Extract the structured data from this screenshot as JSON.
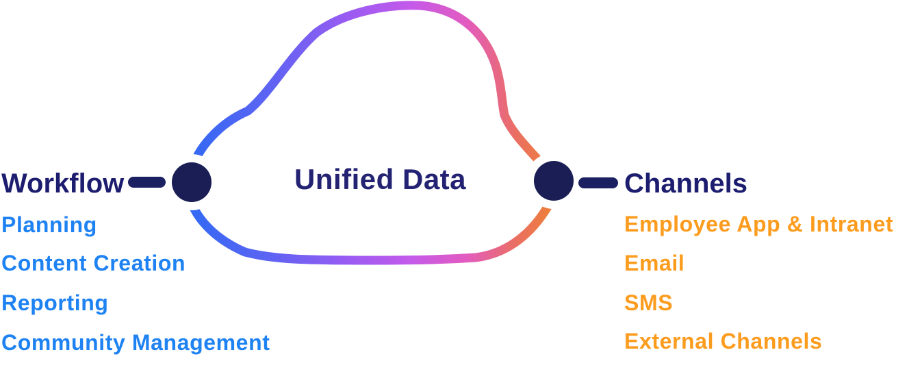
{
  "title": "Unified Data",
  "workflow": {
    "header": "Workflow",
    "items": [
      "Planning",
      "Content Creation",
      "Reporting",
      "Community Management"
    ]
  },
  "channels": {
    "header": "Channels",
    "items": [
      "Employee App & Intranet",
      "Email",
      "SMS",
      "External Channels"
    ]
  },
  "colors": {
    "node_navy": "#1a1e55",
    "connector_navy": "#1b2060",
    "header_navy": "#1d1d70",
    "title_indigo": "#232273",
    "workflow_item_blue": "#1e82f2",
    "channel_item_orange": "#fc9c1e",
    "ring_white": "#ffffff",
    "cloud_gradient": {
      "blue": "#2f6af3",
      "indigo": "#5e63f3",
      "violet": "#9a5bf2",
      "magenta": "#c45aea",
      "pink": "#e25bc0",
      "salmon": "#ea6f62",
      "orange": "#f08b1e"
    }
  }
}
